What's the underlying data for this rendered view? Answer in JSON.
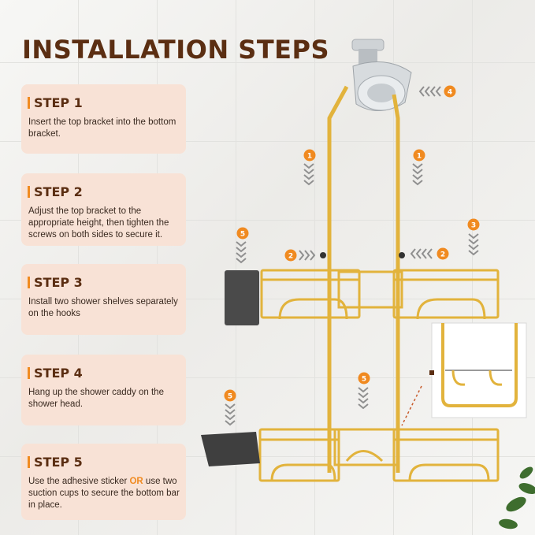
{
  "heading": "INSTALLATION STEPS",
  "steps": [
    {
      "title": "STEP 1",
      "desc": "Insert the top bracket into the bottom bracket."
    },
    {
      "title": "STEP 2",
      "desc": "Adjust the top bracket to the appropriate height, then tighten the screws on both sides to secure it."
    },
    {
      "title": "STEP 3",
      "desc": "Install two shower shelves separately on the hooks"
    },
    {
      "title": "STEP 4",
      "desc": "Hang up the shower caddy on the shower head."
    },
    {
      "title": "STEP 5",
      "desc_before": "Use the adhesive sticker ",
      "desc_or": "OR",
      "desc_after": " use two suction cups to secure the bottom bar in place."
    }
  ],
  "markers": {
    "m1": "1",
    "m2": "2",
    "m3": "3",
    "m4": "4",
    "m5": "5"
  },
  "colors": {
    "brand": "#5b2e12",
    "accent": "#f08a20",
    "card": "#f8e2d6",
    "gold": "#e2b33c",
    "arrow": "#8f8f8f"
  }
}
